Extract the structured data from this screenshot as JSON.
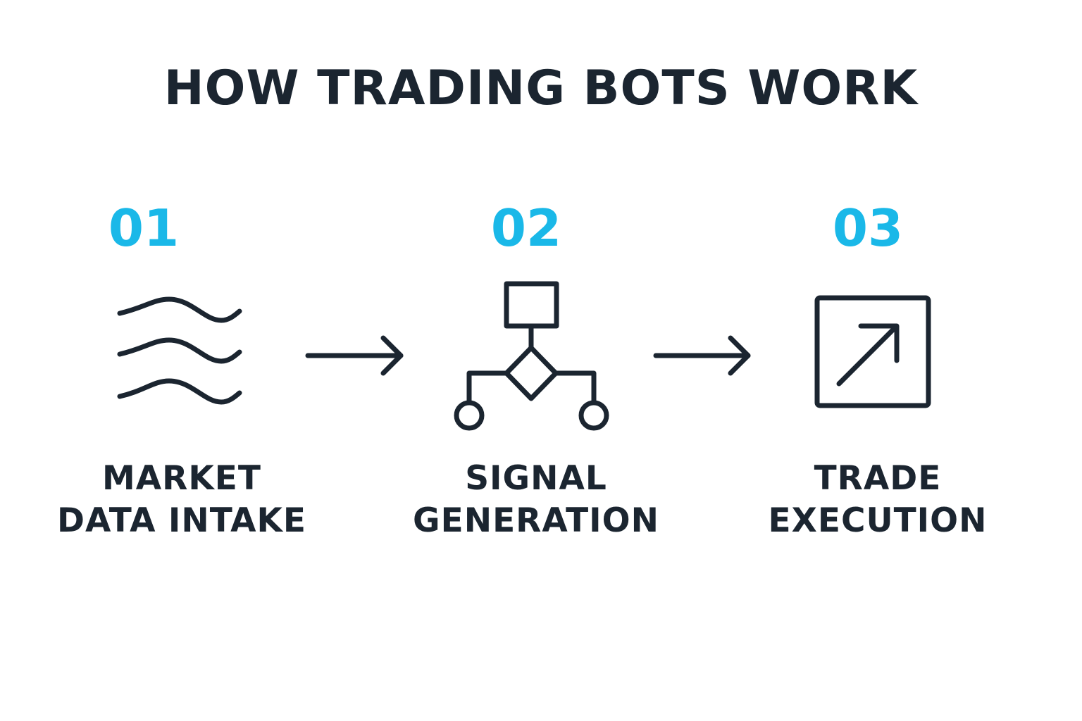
{
  "title": "HOW TRADING BOTS WORK",
  "colors": {
    "accent": "#1ab8e8",
    "ink": "#1b2530",
    "background": "#ffffff"
  },
  "steps": [
    {
      "number": "01",
      "label_line1": "MARKET",
      "label_line2": "DATA INTAKE",
      "icon": "waves-icon"
    },
    {
      "number": "02",
      "label_line1": "SIGNAL",
      "label_line2": "GENERATION",
      "icon": "flowchart-icon"
    },
    {
      "number": "03",
      "label_line1": "TRADE",
      "label_line2": "EXECUTION",
      "icon": "external-arrow-box-icon"
    }
  ],
  "connectors": [
    "arrow-right-icon",
    "arrow-right-icon"
  ]
}
